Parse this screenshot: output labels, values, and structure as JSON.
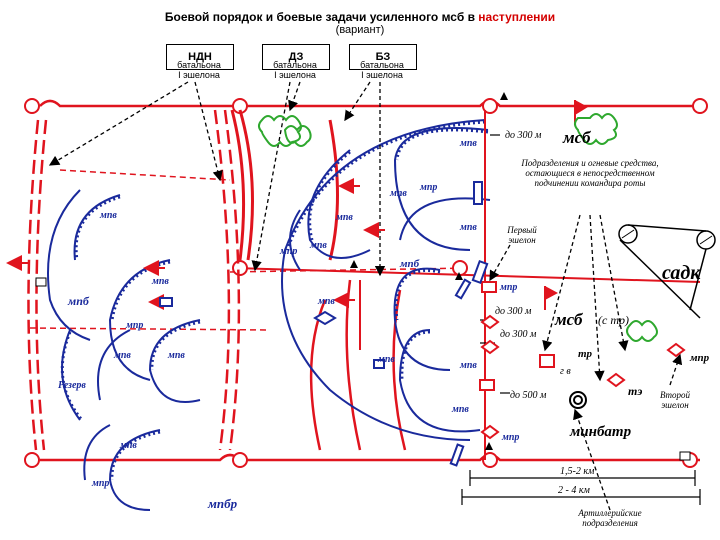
{
  "title_prefix": "Боевой порядок и боевые задачи усиленного мсб в ",
  "title_highlight": "наступлении",
  "subtitle": "(вариант)",
  "colors": {
    "red": "#e0141e",
    "blue": "#1a2a9c",
    "green": "#2ea82e",
    "black": "#000000"
  },
  "tasks": [
    {
      "abbr": "НДН",
      "line1": "батальона",
      "line2": "I эшелона"
    },
    {
      "abbr": "ДЗ",
      "line1": "батальона",
      "line2": "I эшелона"
    },
    {
      "abbr": "БЗ",
      "line1": "батальона",
      "line2": "I эшелона"
    }
  ],
  "labels": {
    "msb1": "мсб",
    "msb2": "мсб",
    "msb2_suffix": "(с тр)",
    "sadk": "садк",
    "minbatr": "минбатр",
    "mpbr": "мпбр",
    "mpb": "мпб",
    "mpb2": "мпб",
    "reserve": "Резерв",
    "mpr": "мпр",
    "mpv": "мпв",
    "tr": "тр",
    "te": "тэ",
    "gv": "г в",
    "do300_1": "до 300 м",
    "do300_2": "до 300 м",
    "do300_3": "до 300 м",
    "do500": "до 500 м",
    "dist_short": "1,5-2 км",
    "dist_long": "2 - 4 км"
  },
  "notes": {
    "subordinate": "Подразделения и огневые средства, остающиеся в непосредственном подчинении командира роты",
    "first_echelon": "Первый эшелон",
    "second_echelon": "Второй эшелон",
    "artillery": "Артиллерийские подразделения"
  }
}
